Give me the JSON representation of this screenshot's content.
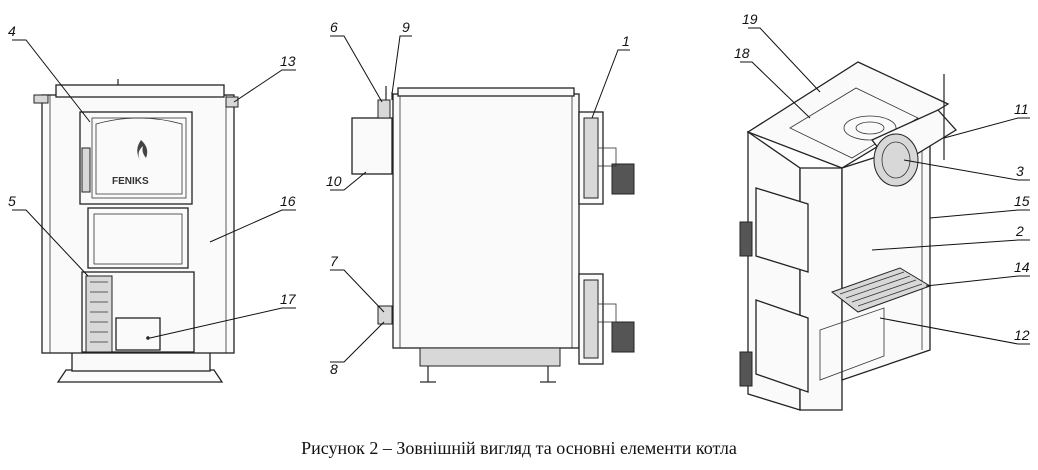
{
  "caption": "Рисунок 2 – Зовнішній вигляд та основні елементи котла",
  "brand_text": "FENIKS",
  "callouts": {
    "front": [
      "4",
      "13",
      "5",
      "16",
      "17"
    ],
    "side": [
      "6",
      "9",
      "1",
      "10",
      "7",
      "8"
    ],
    "iso": [
      "19",
      "18",
      "11",
      "3",
      "15",
      "2",
      "14",
      "12"
    ]
  }
}
